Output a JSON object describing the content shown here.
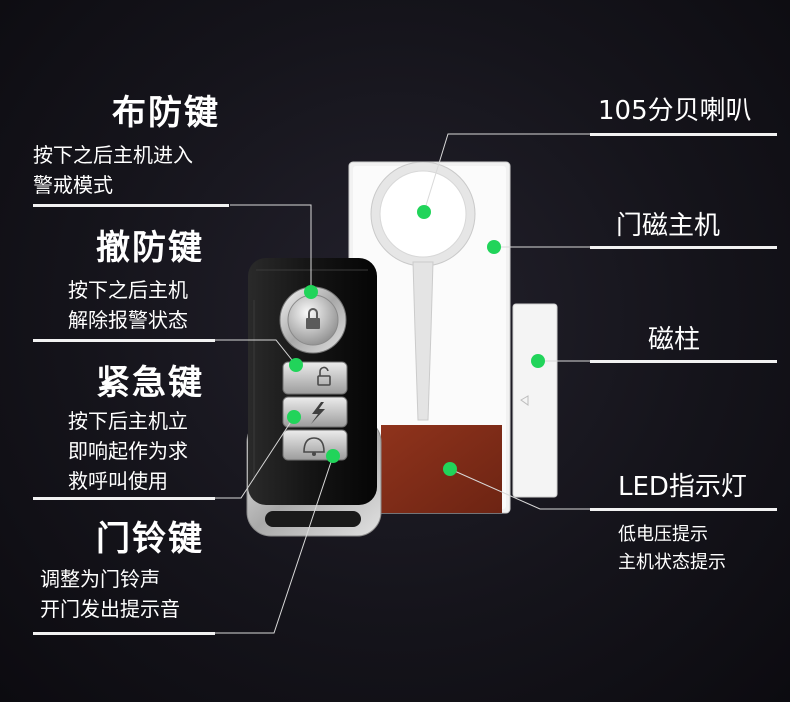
{
  "left_labels": [
    {
      "title": "布防键",
      "lines": [
        "按下之后主机进入",
        "警戒模式"
      ]
    },
    {
      "title": "撤防键",
      "lines": [
        "按下之后主机",
        "解除报警状态"
      ]
    },
    {
      "title": "紧急键",
      "lines": [
        "按下后主机立",
        "即响起作为求",
        "救呼叫使用"
      ]
    },
    {
      "title": "门铃键",
      "lines": [
        "调整为门铃声",
        "开门发出提示音"
      ]
    }
  ],
  "right_labels": [
    {
      "title": "105分贝喇叭"
    },
    {
      "title": "门磁主机"
    },
    {
      "title": "磁柱"
    },
    {
      "title": "LED指示灯",
      "lines": [
        "低电压提示",
        "主机状态提示"
      ]
    }
  ],
  "colors": {
    "marker": "#21d45a",
    "background": "#15141b",
    "led_panel": "#8a2f1a"
  },
  "icons": [
    "lock-icon",
    "unlock-icon",
    "lightning-icon",
    "doorbell-icon"
  ]
}
